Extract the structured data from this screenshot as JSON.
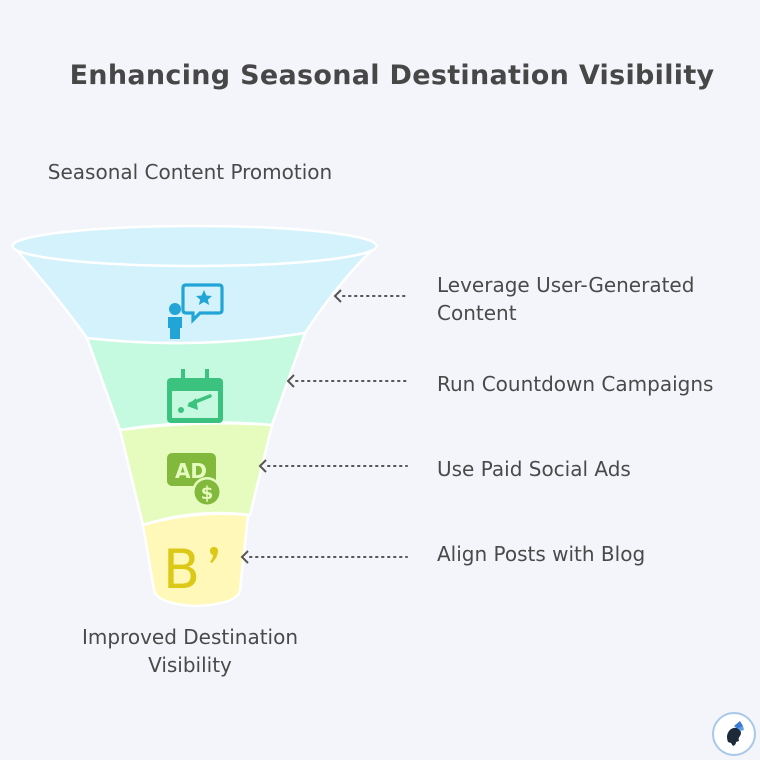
{
  "title": "Enhancing Seasonal Destination Visibility",
  "funnel": {
    "top_label": "Seasonal Content Promotion",
    "bottom_label": "Improved Destination Visibility",
    "stages": [
      {
        "label": "Leverage User-Generated Content",
        "icon": "user-review-star-icon",
        "color": "#d3f2fc",
        "icon_color": "#22a5d6"
      },
      {
        "label": "Run Countdown Campaigns",
        "icon": "calendar-countdown-icon",
        "color": "#c6fae0",
        "icon_color": "#3bc27e"
      },
      {
        "label": "Use Paid Social Ads",
        "icon": "ad-dollar-icon",
        "color": "#e6fcbe",
        "icon_color": "#82b93c"
      },
      {
        "label": "Align Posts with Blog",
        "icon": "blog-logo-icon",
        "color": "#fff8b8",
        "icon_color": "#dcc817"
      }
    ]
  },
  "logo": {
    "icon": "brand-logo-icon"
  }
}
